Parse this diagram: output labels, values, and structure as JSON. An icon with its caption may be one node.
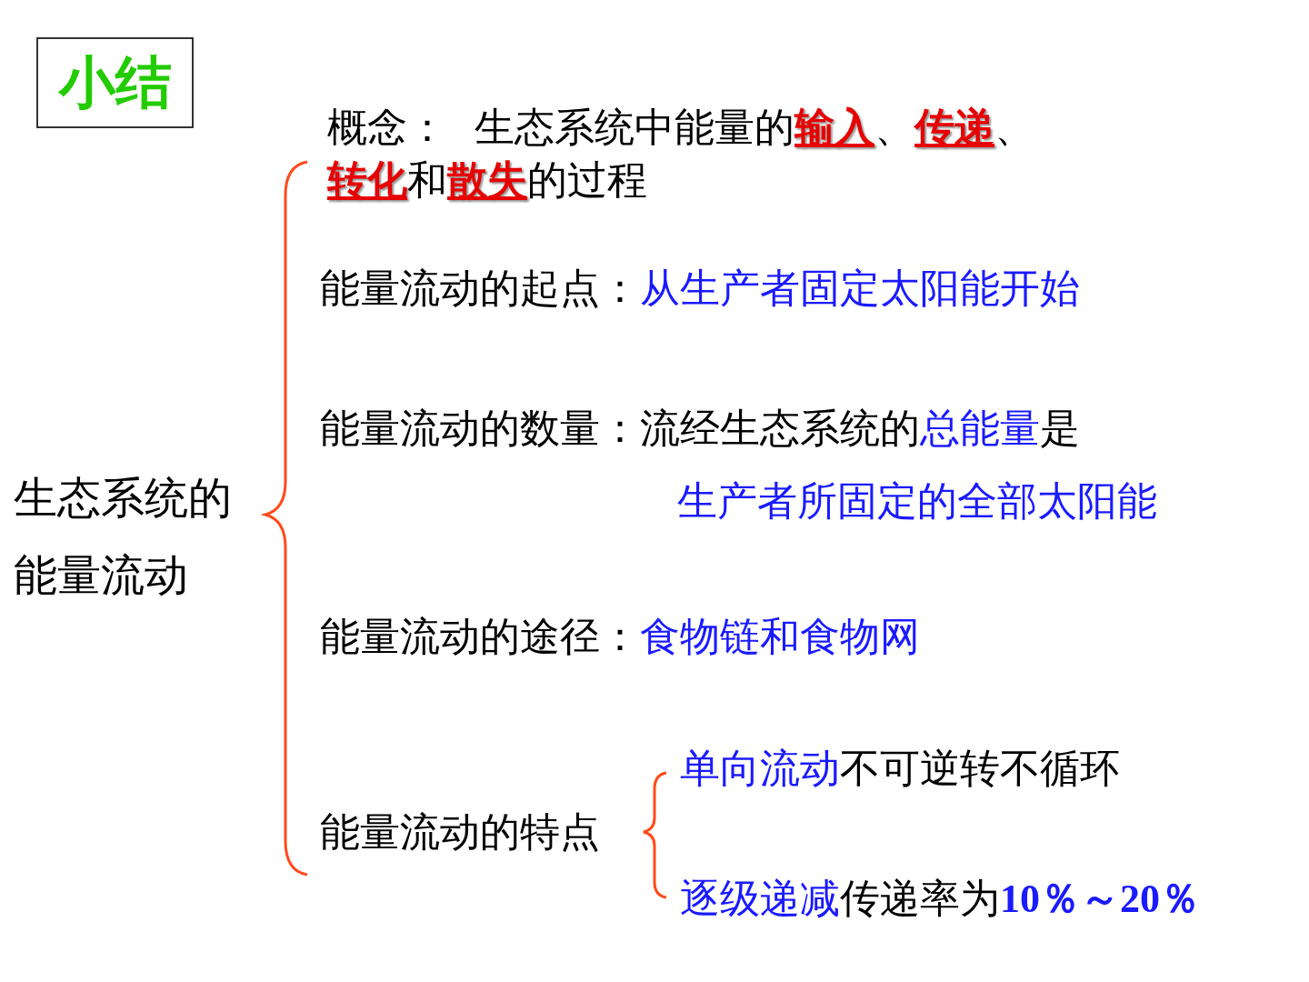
{
  "diagram": {
    "title": "小结",
    "nodes": [
      {
        "text": [
          "生态系统的能量流动"
        ]
      },
      {
        "text": [
          "概念：",
          "生态系统中能量的",
          "输入",
          "、",
          "传递",
          "、",
          "转化",
          "和",
          "散失",
          "的过程"
        ]
      },
      {
        "text": [
          "能量流动的起点：",
          "从生产者固定太阳能开始"
        ]
      },
      {
        "text": [
          "能量流动的数量：",
          "流经生态系统的",
          "总能量",
          "是",
          "生产者所固定的全部太阳能"
        ]
      },
      {
        "text": [
          "能量流动的途径：",
          "食物链和食物网"
        ]
      },
      {
        "text": [
          "能量流动的特点"
        ]
      },
      {
        "text": [
          "单向流动",
          "不可逆转不循环"
        ]
      },
      {
        "text": [
          "逐级递减",
          "传递率为",
          "10％～20％"
        ]
      }
    ]
  }
}
